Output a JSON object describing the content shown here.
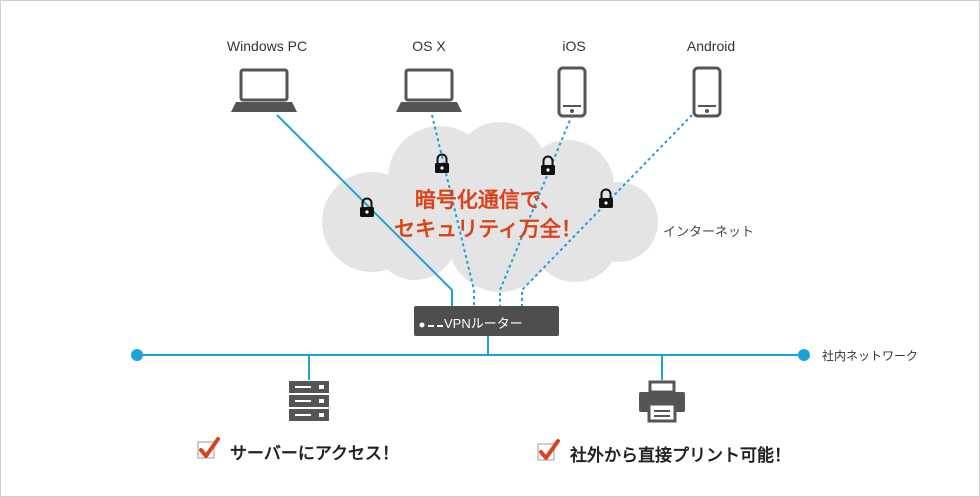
{
  "devices": [
    {
      "label": "Windows PC",
      "icon": "laptop-icon"
    },
    {
      "label": "OS X",
      "icon": "laptop-icon"
    },
    {
      "label": "iOS",
      "icon": "smartphone-icon"
    },
    {
      "label": "Android",
      "icon": "smartphone-icon"
    }
  ],
  "cloud": {
    "headline_line1": "暗号化通信で、",
    "headline_line2": "セキュリティ万全！",
    "label": "インターネット"
  },
  "router": {
    "label": "VPNルーター"
  },
  "network": {
    "label": "社内ネットワーク"
  },
  "benefits": [
    {
      "label": "サーバーにアクセス！",
      "icon": "server-icon"
    },
    {
      "label": "社外から直接プリント可能！",
      "icon": "printer-icon"
    }
  ],
  "colors": {
    "line": "#1aa3d6",
    "headline": "#d9431b",
    "check": "#d9431b",
    "icon": "#555555",
    "cloud": "#e4e4e4",
    "router": "#4e4e4e"
  }
}
